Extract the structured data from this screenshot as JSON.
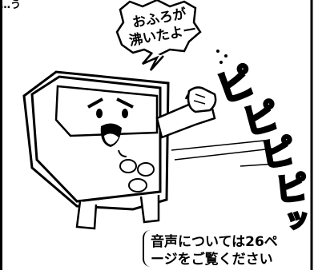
{
  "top_fragment": "…う",
  "speech_bubble": {
    "line1": "おふろが",
    "line2": "沸いたよー"
  },
  "sound_effect": "ピピピピッ",
  "caption": {
    "line1": "音声については26ペ",
    "line2": "ージをご覧ください"
  }
}
